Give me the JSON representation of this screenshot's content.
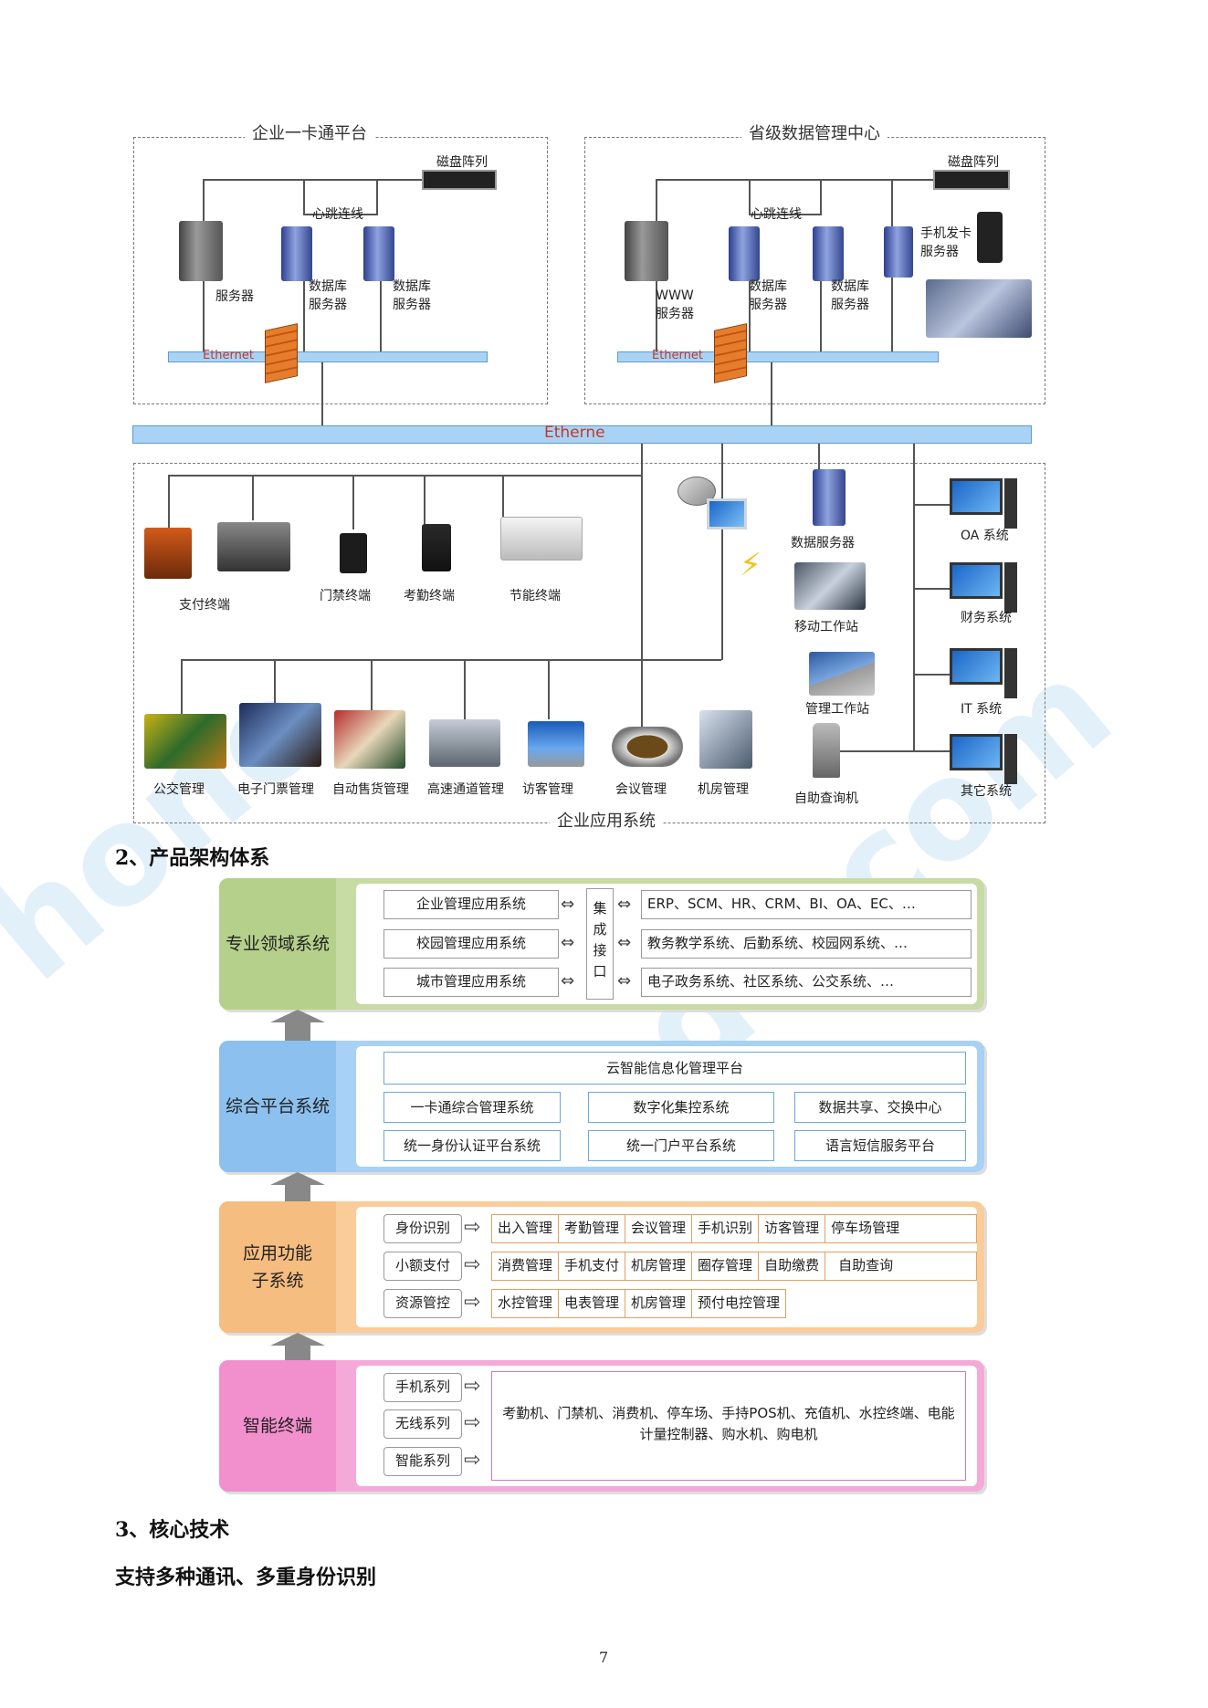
{
  "network_diagram": {
    "left_panel_title": "企业一卡通平台",
    "right_panel_title": "省级数据管理中心",
    "left_disk_label": "磁盘阵列",
    "right_disk_label": "磁盘阵列",
    "left_heartbeat": "心跳连线",
    "right_heartbeat": "心跳连线",
    "left_server": "服务器",
    "left_db1": "数据库\n服务器",
    "left_db2": "数据库\n服务器",
    "right_www": "WWW\n服务器",
    "right_db1": "数据库\n服务器",
    "right_db2": "数据库\n服务器",
    "right_sms": "手机发卡\n服务器",
    "left_ethernet": "Ethernet",
    "right_ethernet": "Ethernet",
    "main_ethernet": "Etherne",
    "bottom_panel_title": "企业应用系统",
    "terminals": [
      "支付终端",
      "门禁终端",
      "考勤终端",
      "节能终端"
    ],
    "management": [
      "公交管理",
      "电子门票管理",
      "自动售货管理",
      "高速通道管理",
      "访客管理",
      "会议管理",
      "机房管理"
    ],
    "right_column": [
      "数据服务器",
      "移动工作站",
      "管理工作站",
      "自助查询机"
    ],
    "systems": [
      "OA 系统",
      "财务系统",
      "IT 系统",
      "其它系统"
    ]
  },
  "section2_heading": "2、产品架构体系",
  "architecture": {
    "band1": {
      "label": "专业领域系统",
      "left": [
        "企业管理应用系统",
        "校园管理应用系统",
        "城市管理应用系统"
      ],
      "interface": "集\n成\n接\n口",
      "right": [
        "ERP、SCM、HR、CRM、BI、OA、EC、…",
        "教务教学系统、后勤系统、校园网系统、…",
        "电子政务系统、社区系统、公交系统、…"
      ]
    },
    "band2": {
      "label": "综合平台系统",
      "top": "云智能信息化管理平台",
      "row1": [
        "一卡通综合管理系统",
        "数字化集控系统",
        "数据共享、交换中心"
      ],
      "row2": [
        "统一身份认证平台系统",
        "统一门户平台系统",
        "语言短信服务平台"
      ]
    },
    "band3": {
      "label": "应用功能\n子系统",
      "rows": [
        {
          "head": "身份识别",
          "items": [
            "出入管理",
            "考勤管理",
            "会议管理",
            "手机识别",
            "访客管理",
            "停车场管理"
          ]
        },
        {
          "head": "小额支付",
          "items": [
            "消费管理",
            "手机支付",
            "机房管理",
            "圈存管理",
            "自助缴费",
            "自助查询"
          ]
        },
        {
          "head": "资源管控",
          "items": [
            "水控管理",
            "电表管理",
            "机房管理",
            "预付电控管理"
          ]
        }
      ]
    },
    "band4": {
      "label": "智能终端",
      "heads": [
        "手机系列",
        "无线系列",
        "智能系列"
      ],
      "desc": "考勤机、门禁机、消费机、停车场、手持POS机、充值机、水控终端、电能计量控制器、购水机、购电机"
    }
  },
  "section3_heading": "3、核心技术",
  "subheading": "支持多种通讯、多重身份识别",
  "page_number": "7",
  "colors": {
    "green_band": "#c7dca4",
    "blue_band": "#a8d1f5",
    "orange_band": "#f9cc99",
    "pink_band": "#f5a9d8",
    "ethernet_bar": "#a9d3f5"
  }
}
